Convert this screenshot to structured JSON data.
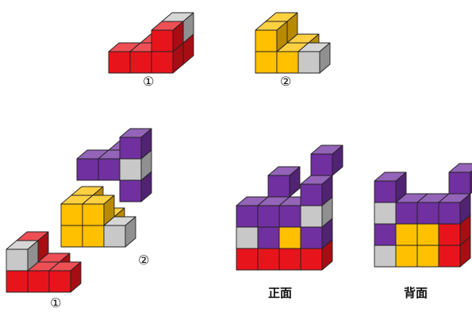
{
  "labels": {
    "piece1_top": "①",
    "piece2_top": "②",
    "piece2_bottom": "②",
    "piece1_bottom": "①",
    "front": "正面",
    "back": "背面"
  },
  "colors": {
    "red": "#e8141c",
    "yellow": "#ffc000",
    "purple": "#7030a0",
    "gray": "#c8c8c8",
    "outline": "#222222"
  }
}
